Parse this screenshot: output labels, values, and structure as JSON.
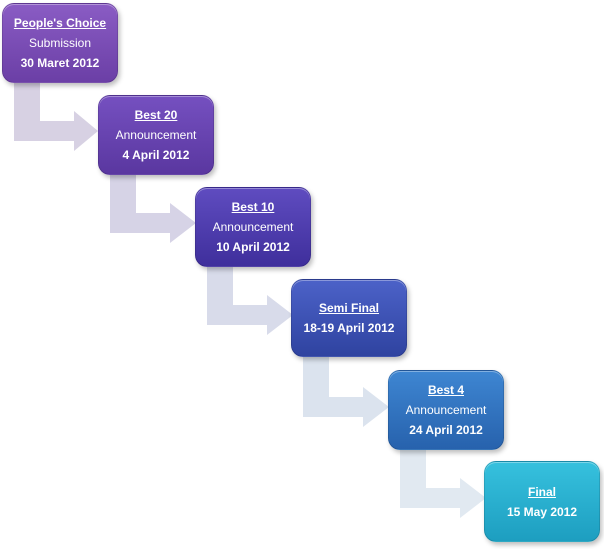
{
  "steps": [
    {
      "title": "People's Choice",
      "subtitle": "Submission",
      "date": "30 Maret 2012"
    },
    {
      "title": "Best 20",
      "subtitle": "Announcement",
      "date": "4 April 2012"
    },
    {
      "title": "Best 10",
      "subtitle": "Announcement",
      "date": "10 April 2012"
    },
    {
      "title": "Semi Final",
      "subtitle": "",
      "date": "18-19 April 2012"
    },
    {
      "title": "Best 4",
      "subtitle": "Announcement",
      "date": "24 April 2012"
    },
    {
      "title": "Final",
      "subtitle": "",
      "date": "15 May 2012"
    }
  ],
  "colors": {
    "arrow_purple": "#d6d0e2",
    "arrow_blue": "#dde6f0",
    "step1": "#7a4eb6",
    "step2": "#6343b0",
    "step3": "#4c3cae",
    "step4": "#3a51b4",
    "step5": "#3274c0",
    "step6": "#2ab0d0"
  }
}
